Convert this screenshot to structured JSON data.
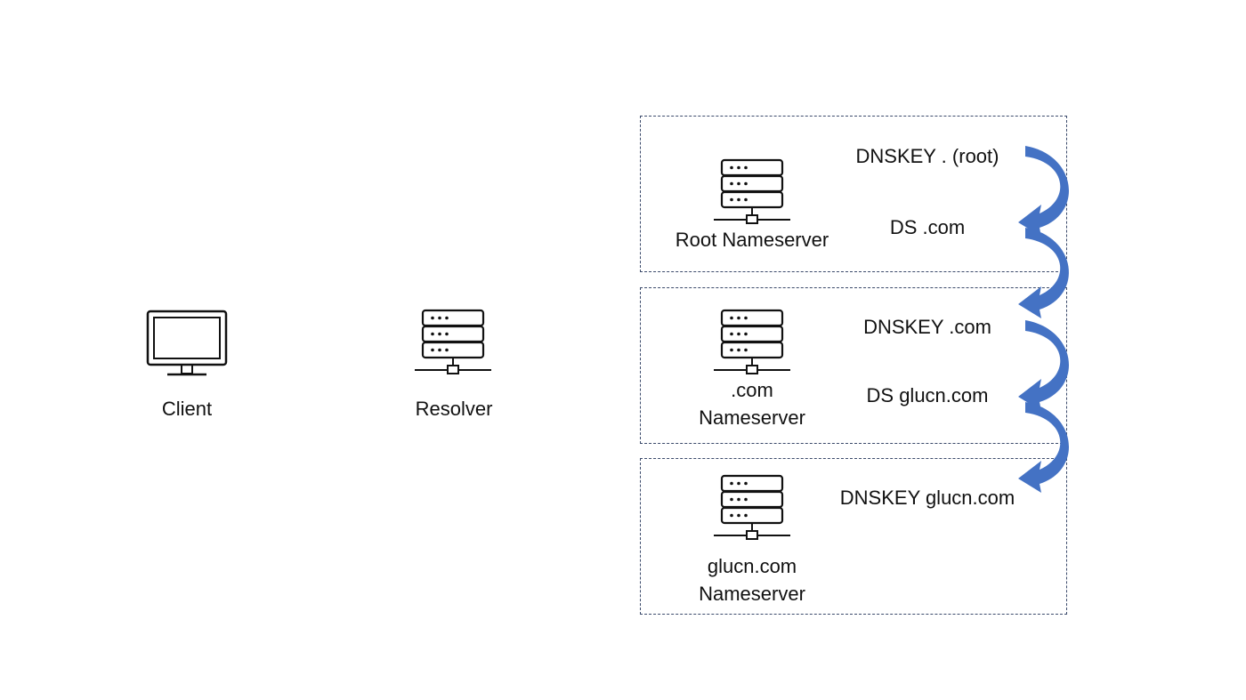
{
  "client": {
    "label": "Client",
    "icon": "monitor-icon"
  },
  "resolver": {
    "label": "Resolver",
    "icon": "server-icon"
  },
  "zones": [
    {
      "server_label_line1": "Root Nameserver",
      "server_label_line2": "",
      "records": [
        "DNSKEY . (root)",
        "DS .com"
      ]
    },
    {
      "server_label_line1": ".com",
      "server_label_line2": "Nameserver",
      "records": [
        "DNSKEY .com",
        "DS glucn.com"
      ]
    },
    {
      "server_label_line1": "glucn.com",
      "server_label_line2": "Nameserver",
      "records": [
        "DNSKEY glucn.com"
      ]
    }
  ],
  "colors": {
    "arrow": "#4472C4",
    "dashed_border": "#3b4a6b",
    "icon_stroke": "#111111"
  }
}
